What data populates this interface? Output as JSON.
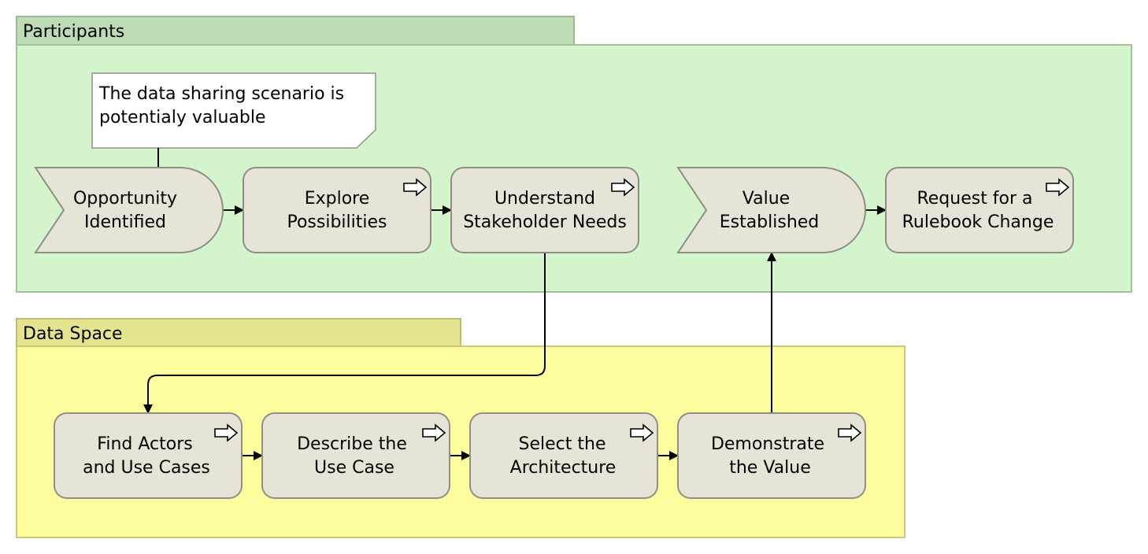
{
  "lanes": {
    "participants": {
      "label": "Participants",
      "header_color": "#bddcb6",
      "body_color": "#d4f5cc"
    },
    "data_space": {
      "label": "Data Space",
      "header_color": "#e4e38e",
      "body_color": "#fdfd9d"
    }
  },
  "note": {
    "line1": "The data sharing scenario is",
    "line2": "potentialy valuable"
  },
  "events": {
    "opportunity": {
      "line1": "Opportunity",
      "line2": "Identified"
    },
    "value": {
      "line1": "Value",
      "line2": "Established"
    }
  },
  "processes": {
    "explore": {
      "line1": "Explore",
      "line2": "Possibilities"
    },
    "understand": {
      "line1": "Understand",
      "line2": "Stakeholder Needs"
    },
    "request": {
      "line1": "Request for a",
      "line2": "Rulebook Change"
    },
    "find": {
      "line1": "Find Actors",
      "line2": "and Use Cases"
    },
    "describe": {
      "line1": "Describe the",
      "line2": "Use Case"
    },
    "select": {
      "line1": "Select the",
      "line2": "Architecture"
    },
    "demonstrate": {
      "line1": "Demonstrate",
      "line2": "the Value"
    }
  }
}
